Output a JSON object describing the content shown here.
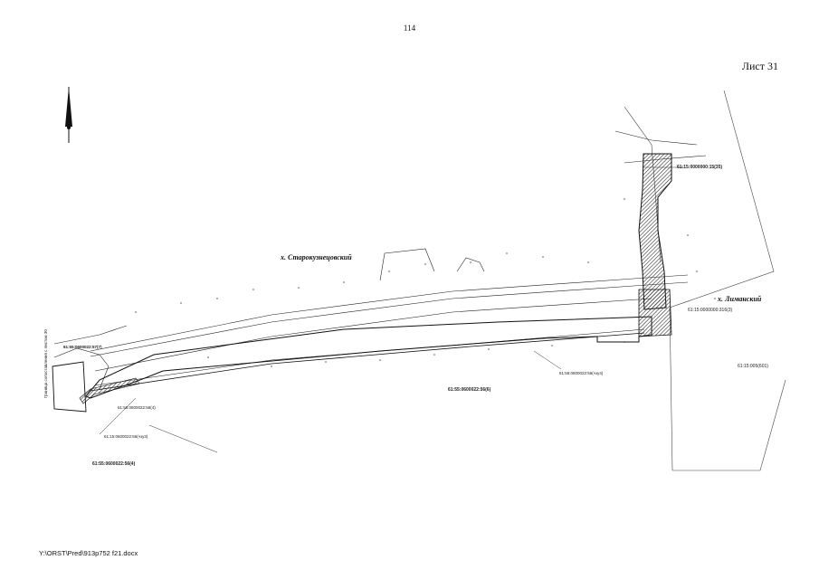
{
  "header": {
    "page_number": "114"
  },
  "sheet": {
    "label": "Лист 31"
  },
  "footer": {
    "file_path": "Y:\\ORST\\Pred\\913p752 f21.docx"
  },
  "map": {
    "settlements": {
      "starokuznetsovsky": "х. Старокузнецовский",
      "limansky": "х. Лиманский"
    },
    "parcels": {
      "p_top_right": "61:15:0000000:15(35)",
      "p_right_mid": "61:15:0000000:316(3)",
      "p_right_far": "61:15:005(601)",
      "p_center": "61:55:0600022:56(6)",
      "p_center_leader": "61:55:0600022:56(чзу4)",
      "p_left": "61:55:0600022:57(7)",
      "p_left_mid": "61:55:0600022:56(4)",
      "p_left_bottom_leader": "61:15:0600022:56(чзу3)",
      "p_bottom_left": "61:55:0600022:56(4)"
    },
    "vertical_note": "Граница сопоставления с листом 30",
    "colors": {
      "line": "#111111",
      "fill_hatch": "#555555"
    }
  }
}
